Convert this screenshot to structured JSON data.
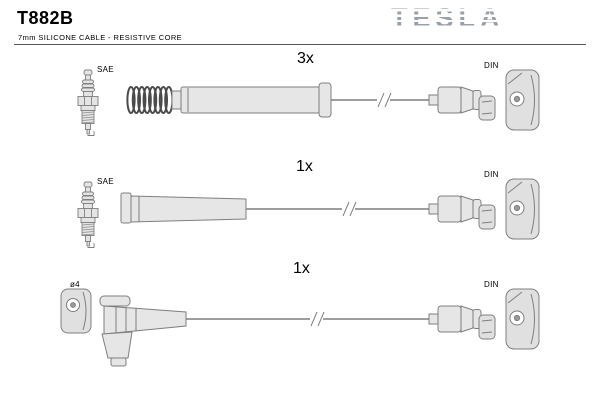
{
  "header": {
    "part_number": "T882B",
    "subtitle": "7mm SILICONE CABLE - RESISTIVE CORE",
    "brand": "TESLA"
  },
  "diagram": {
    "rows": [
      {
        "qty": "3x",
        "plug_label": "SAE",
        "socket_label": "DIN"
      },
      {
        "qty": "1x",
        "plug_label": "SAE",
        "socket_label": "DIN"
      },
      {
        "qty": "1x",
        "plug_label": "ø4",
        "socket_label": "DIN"
      }
    ]
  },
  "colors": {
    "brand_gray": "#99a0a7",
    "outline_gray": "#7f7f7f",
    "fill_gray": "#e4e4e4",
    "text": "#000000"
  }
}
